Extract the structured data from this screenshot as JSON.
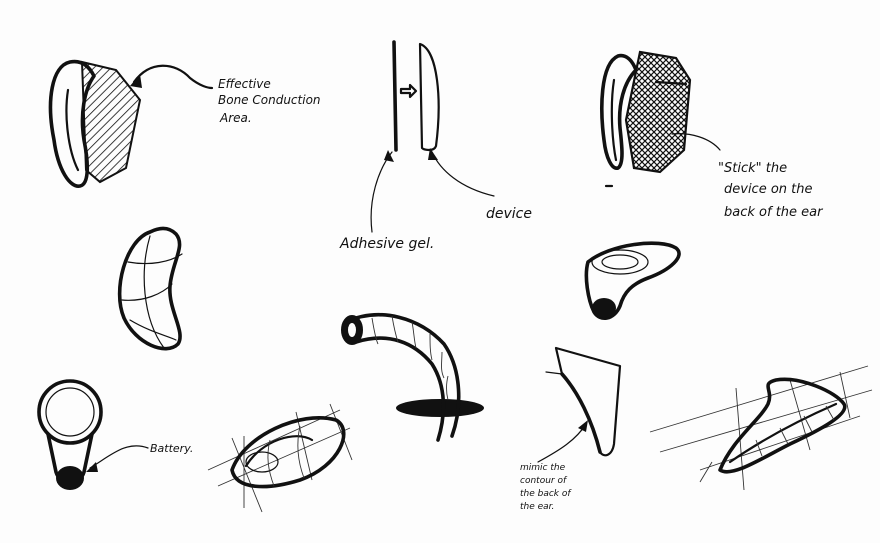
{
  "annotations": {
    "effective_area": [
      "Effective",
      "Bone Conduction",
      "Area."
    ],
    "adhesive_gel": "Adhesive gel.",
    "device": "device",
    "stick_note": [
      "\"Stick\" the",
      "device on the",
      "back of the ear"
    ],
    "battery": "Battery.",
    "mimic_note": [
      "mimic the",
      "contour of",
      "the back of",
      "the ear."
    ]
  },
  "colors": {
    "ink": "#111111",
    "paper": "#fdfdfd"
  }
}
